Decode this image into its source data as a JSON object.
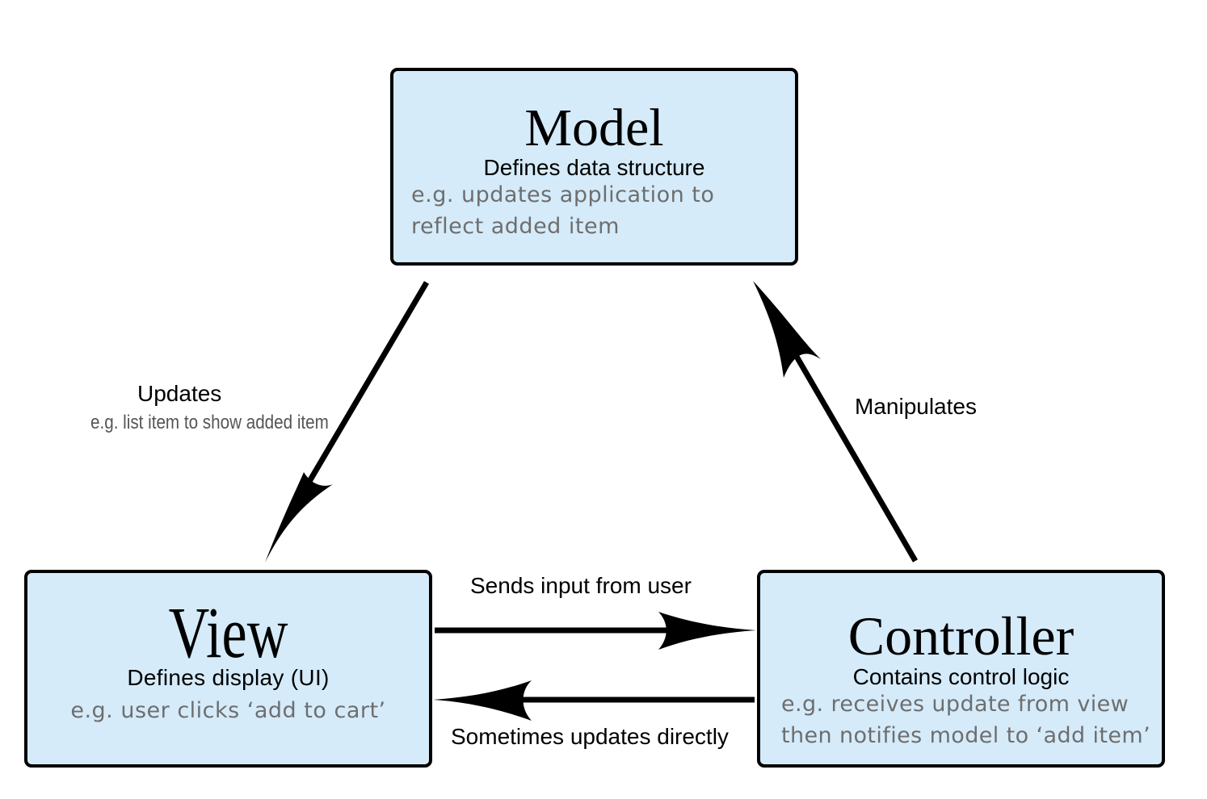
{
  "diagram": {
    "model": {
      "title": "Model",
      "subtitle": "Defines data structure",
      "example": "e.g. updates application to reflect added item"
    },
    "view": {
      "title": "View",
      "subtitle": "Defines display (UI)",
      "example": "e.g. user clicks ‘add to cart’"
    },
    "controller": {
      "title": "Controller",
      "subtitle": "Contains control logic",
      "example": "e.g. receives update from view then notifies model to ‘add item’"
    },
    "edges": {
      "model_to_view": {
        "label": "Updates",
        "example": "e.g. list item to show added item"
      },
      "controller_to_model": {
        "label": "Manipulates"
      },
      "view_to_controller": {
        "label": "Sends input from user"
      },
      "controller_to_view": {
        "label": "Sometimes updates directly"
      }
    }
  },
  "colors": {
    "box_fill": "#d5ebfa",
    "border": "#000000",
    "example_text": "#6e6e6e"
  }
}
